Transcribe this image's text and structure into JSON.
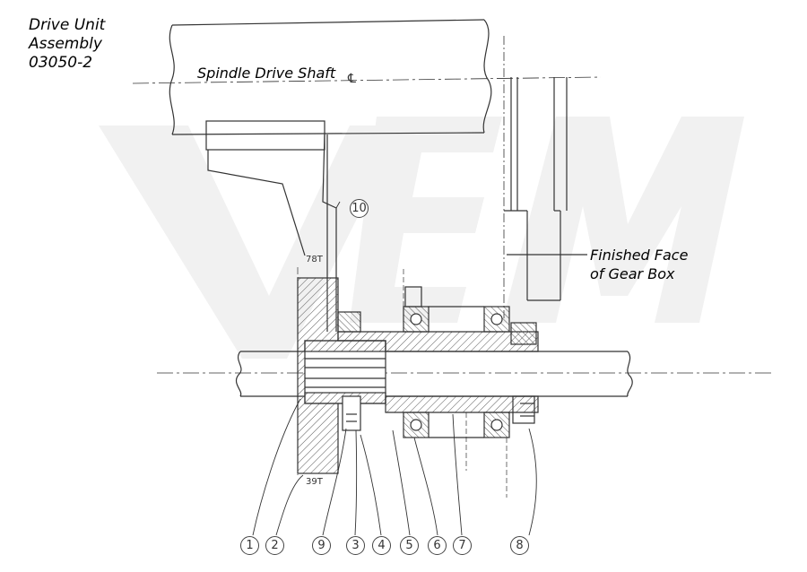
{
  "title": {
    "line1": "Drive Unit",
    "line2": "Assembly",
    "line3": "03050-2"
  },
  "labels": {
    "spindle_drive_shaft": "Spindle Drive Shaft",
    "centerline_symbol": "℄",
    "finished_face_line1": "Finished Face",
    "finished_face_line2": "of Gear Box",
    "teeth_top": "78T",
    "teeth_bottom": "39T",
    "callout_10": "10"
  },
  "callouts": [
    "1",
    "2",
    "9",
    "3",
    "4",
    "5",
    "6",
    "7",
    "8"
  ],
  "watermark": {
    "text": "VEM",
    "color": "#f0f0f0"
  },
  "colors": {
    "line": "#333333",
    "hatch": "#555555"
  }
}
